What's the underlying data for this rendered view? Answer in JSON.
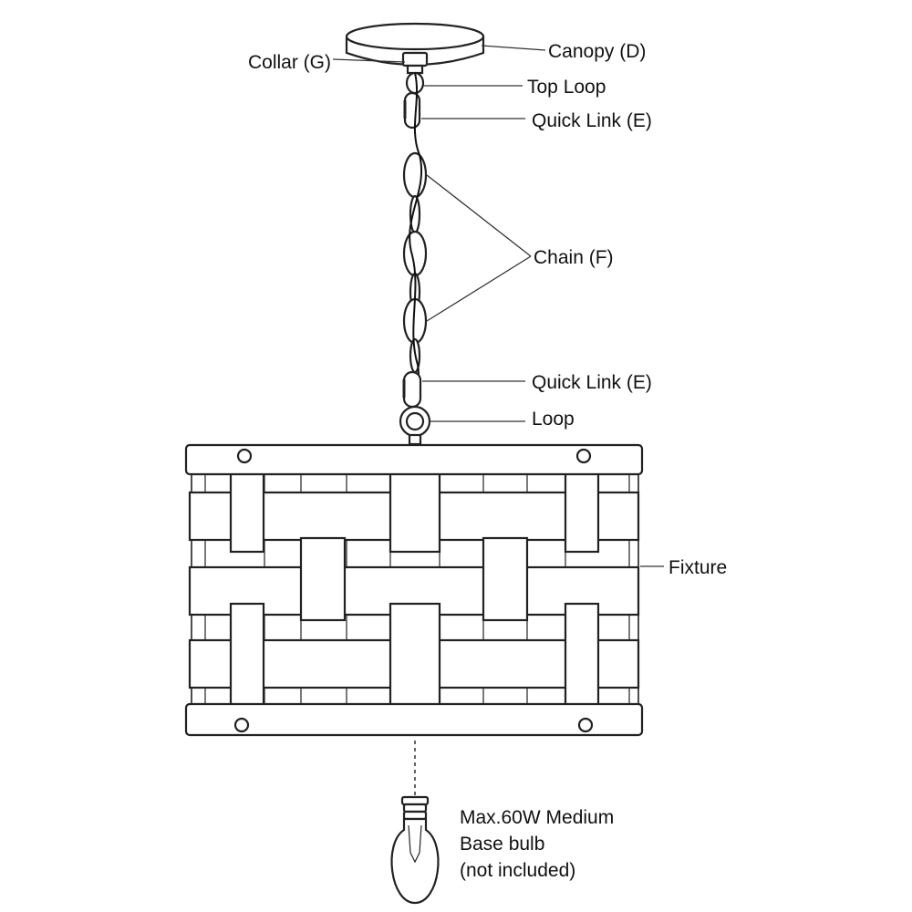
{
  "labels": {
    "canopy": "Canopy (D)",
    "collar": "Collar (G)",
    "top_loop": "Top Loop",
    "quick_link_top": "Quick Link (E)",
    "chain": "Chain (F)",
    "quick_link_bottom": "Quick Link (E)",
    "loop": "Loop",
    "fixture": "Fixture"
  },
  "bulb_note": [
    "Max.60W Medium",
    "Base bulb",
    "(not included)"
  ],
  "colors": {
    "line": "#222222",
    "text": "#111111",
    "background": "#ffffff"
  },
  "icons": {
    "bulb": "light-bulb-icon"
  }
}
